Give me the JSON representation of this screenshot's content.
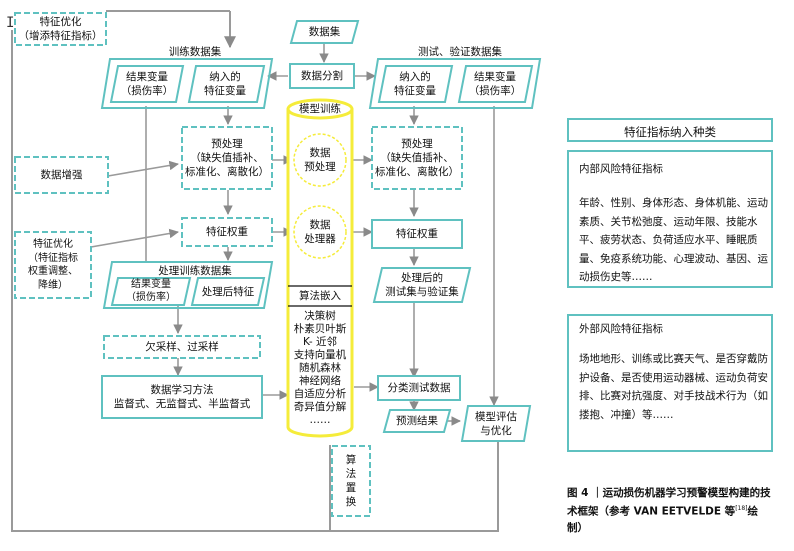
{
  "diagram": {
    "feature_opt_top": "特征优化\n（增添特征指标）",
    "dataset": "数据集",
    "data_split": "数据分割",
    "train_set": "训练数据集",
    "test_set": "测试、验证数据集",
    "outcome_var": "结果变量\n（损伤率）",
    "included_feature": "纳入的\n特征变量",
    "preprocess": "预处理\n（缺失值插补、\n标准化、离散化）",
    "data_augment": "数据增强",
    "feature_weight": "特征权重",
    "feature_opt_left": "特征优化\n（特征指标\n权重调整、\n降维）",
    "processed_train_set": "处理训练数据集",
    "processed_feature": "处理后特征",
    "sampling": "欠采样、过采样",
    "learning_method": "数据学习方法\n监督式、无监督式、半监督式",
    "model_training": "模型训练",
    "data_preprocessor": "数据\n预处理",
    "data_processor": "数据\n处理器",
    "algo_embed": "算法嵌入",
    "algo_list": "决策树\n朴素贝叶斯\nK- 近邻\n支持向量机\n随机森林\n神经网络\n自适应分析\n奇异值分解\n……",
    "algo_replace": "算\n法\n置\n换",
    "processed_test_set": "处理后的\n测试集与验证集",
    "class_test": "分类测试数据",
    "predict_result": "预测结果",
    "model_eval": "模型评估\n与优化"
  },
  "sidebar": {
    "heading": "特征指标纳入种类",
    "internal_title": "内部风险特征指标",
    "internal_text": "年龄、性别、身体形态、身体机能、运动素质、关节松弛度、运动年限、技能水平、疲劳状态、负荷适应水平、睡眠质量、免疫系统功能、心理波动、基因、运动损伤史等……",
    "external_title": "外部风险特征指标",
    "external_text": "场地地形、训练或比赛天气、是否穿戴防护设备、是否使用运动器械、运动负荷安排、比赛对抗强度、对手技战术行为（如搂抱、冲撞）等……"
  },
  "caption": {
    "prefix": "图 4 ｜运动损伤机器学习预警模型构建的技术框架（参考 VAN EETVELDE 等",
    "ref": "[18]",
    "suffix": "绘制）"
  },
  "colors": {
    "teal": "#5fc1c0",
    "gray": "#9a9a9a",
    "yellow": "#f5ec3a"
  },
  "cursor_icon": "text-cursor-icon"
}
